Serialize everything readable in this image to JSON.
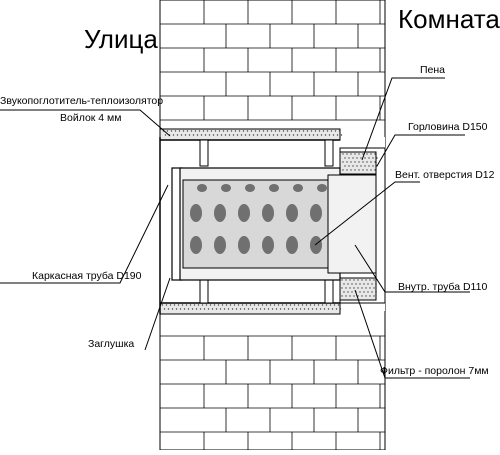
{
  "sides": {
    "street": "Улица",
    "room": "Комната"
  },
  "labels": {
    "insulator_line1": "Звукопоглотитель-теплоизолятор",
    "insulator_line2": "Войлок 4 мм",
    "frame_pipe": "Каркасная труба D190",
    "cap": "Заглушка",
    "foam": "Пена",
    "neck": "Горловина D150",
    "vent_holes": "Вент. отверстия D12",
    "inner_pipe": "Внутр. труба D110",
    "filter": "Фильтр - поролон 7мм"
  },
  "colors": {
    "wall": "#ffffff",
    "brick_line": "#000000",
    "inner_pipe": "#d8d8d8",
    "hole": "#707070",
    "insulation": "#e8e8e8",
    "line": "#000000"
  }
}
